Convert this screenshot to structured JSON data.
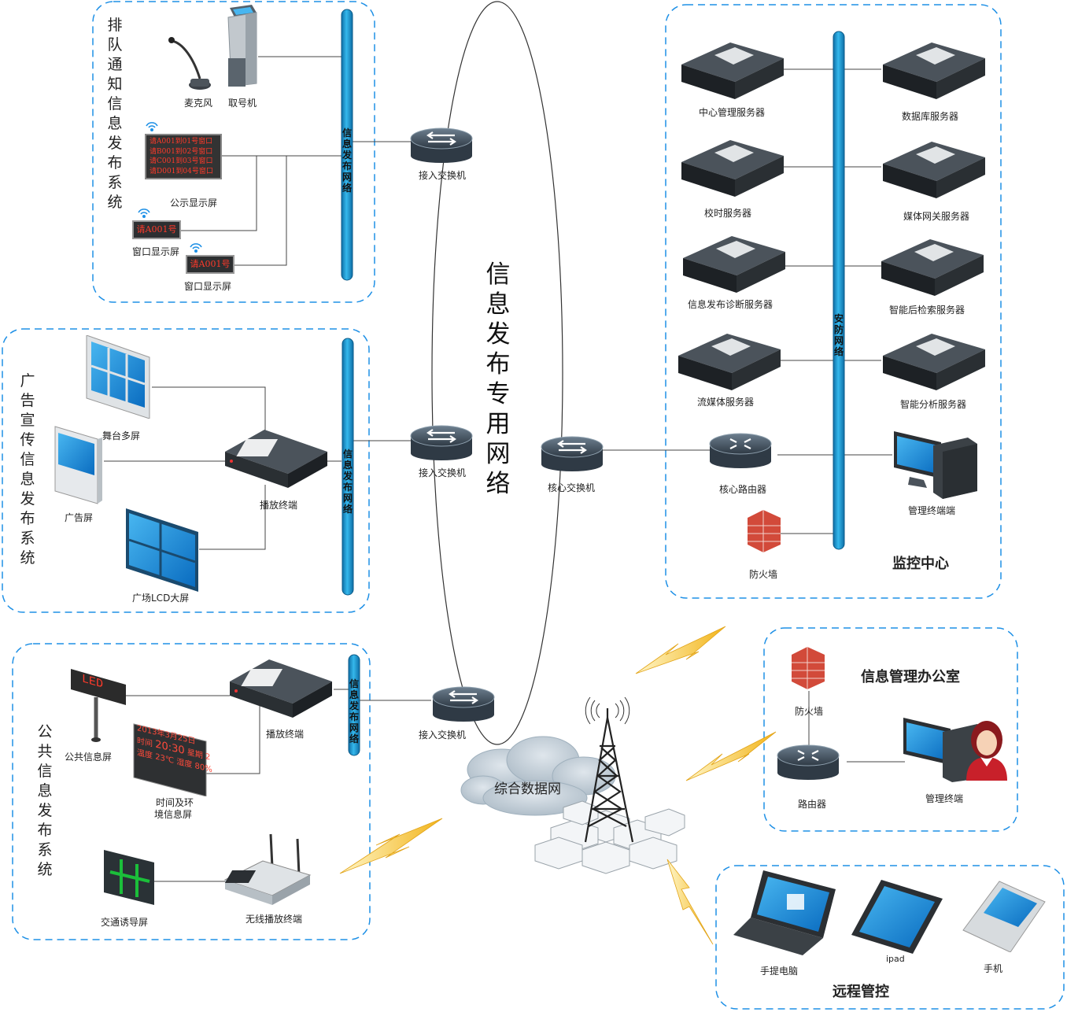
{
  "main_network": "信息发布专用网络",
  "cloud": "综合数据网",
  "queue": {
    "title": "排队通知信息发布系统",
    "bus": "信息发布网络",
    "switch": "接入交换机",
    "microphone": "麦克风",
    "ticket": "取号机",
    "public_display": {
      "label": "公示显示屏",
      "rows": [
        "请A001到01号窗口",
        "请B001到02号窗口",
        "请C001到03号窗口",
        "请D001到04号窗口"
      ]
    },
    "window1": {
      "label": "窗口显示屏",
      "text": "请A001号"
    },
    "window2": {
      "label": "窗口显示屏",
      "text": "请A001号"
    }
  },
  "ad": {
    "title": "广告宣传信息发布系统",
    "bus": "信息发布网络",
    "switch": "接入交换机",
    "stage": "舞台多屏",
    "adscreen": "广告屏",
    "lcd": "广场LCD大屏",
    "player": "播放终端"
  },
  "public": {
    "title": "公共信息发布系统",
    "bus": "信息发布网络",
    "switch": "接入交换机",
    "led": {
      "label": "公共信息屏",
      "text": "LED"
    },
    "clock": {
      "label1": "时间及环",
      "label2": "境信息屏",
      "date": "2013年3月25日",
      "time_lbl": "时间",
      "time": "20:30",
      "week_lbl": "星期",
      "week": "2",
      "temp_lbl": "温度",
      "temp": "23℃",
      "hum_lbl": "湿度",
      "hum": "80%"
    },
    "player": "播放终端",
    "traffic": "交通诱导屏",
    "wireless": "无线播放终端"
  },
  "monitor": {
    "title": "监控中心",
    "bus": "安防网络",
    "core_switch": "核心交换机",
    "core_router": "核心路由器",
    "firewall": "防火墙",
    "terminal": "管理终端端",
    "servers": [
      "中心管理服务器",
      "数据库服务器",
      "校时服务器",
      "媒体网关服务器",
      "信息发布诊断服务器",
      "智能后检索服务器",
      "流媒体服务器",
      "智能分析服务器"
    ]
  },
  "office": {
    "title": "信息管理办公室",
    "firewall": "防火墙",
    "router": "路由器",
    "terminal": "管理终端"
  },
  "remote": {
    "title": "远程管控",
    "laptop": "手提电脑",
    "ipad": "ipad",
    "phone": "手机"
  },
  "colors": {
    "bus": "#1aa3dc",
    "frame": "#1e90e6",
    "switch": "#3d4d5c",
    "server": "#2b2f33",
    "led_red": "#ff3a2a",
    "brick": "#d24a3a"
  }
}
